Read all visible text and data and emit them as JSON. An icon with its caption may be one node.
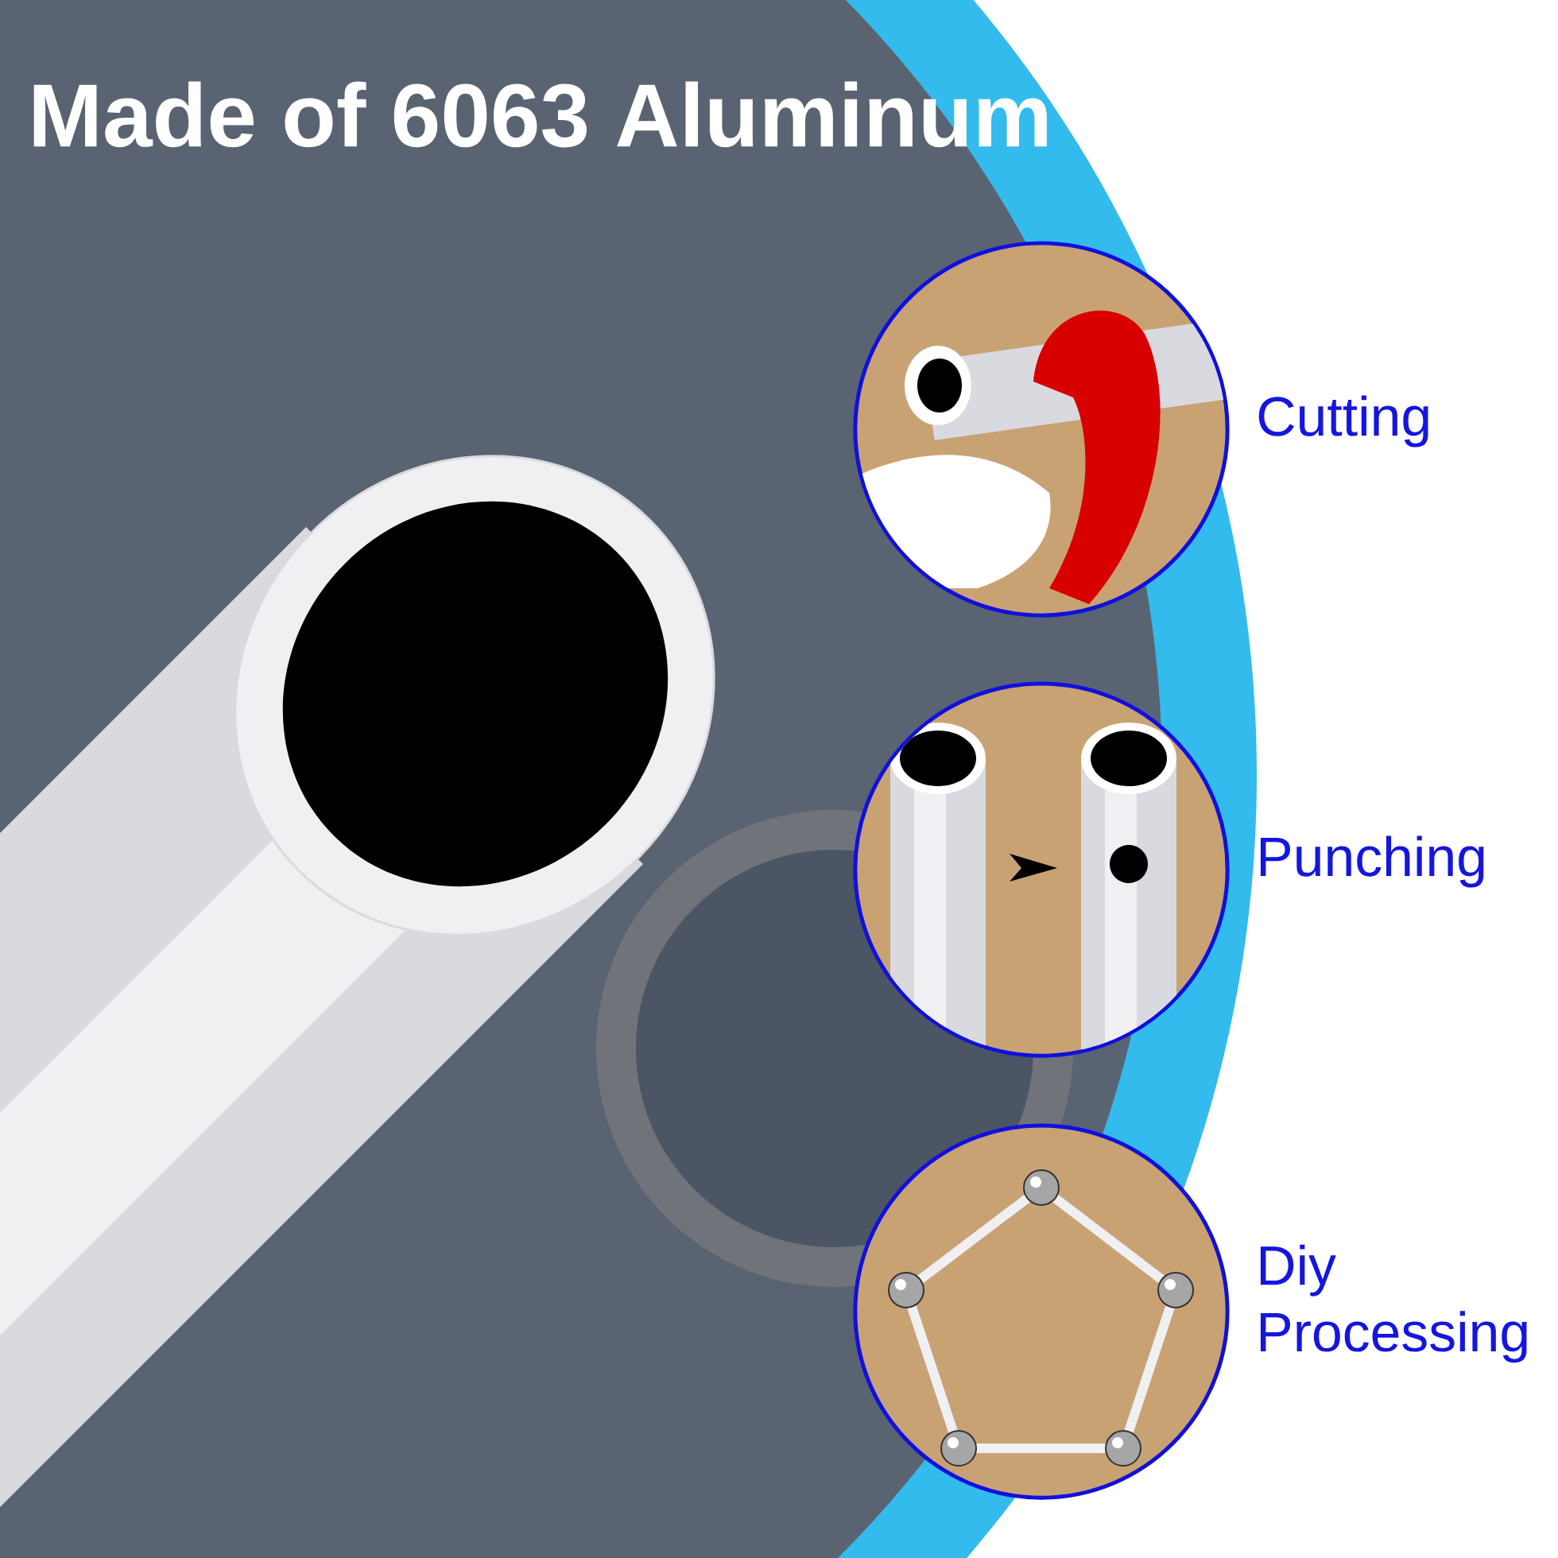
{
  "diagram": {
    "title": "Made of 6063 Aluminum",
    "nodes": [
      {
        "text": [],
        "shape": "picture",
        "beside": [
          "Cutting"
        ]
      },
      {
        "text": [],
        "shape": "picture",
        "beside": [
          "Punching"
        ]
      },
      {
        "text": [],
        "shape": "picture",
        "beside": [
          "Diy Processing"
        ]
      }
    ]
  }
}
